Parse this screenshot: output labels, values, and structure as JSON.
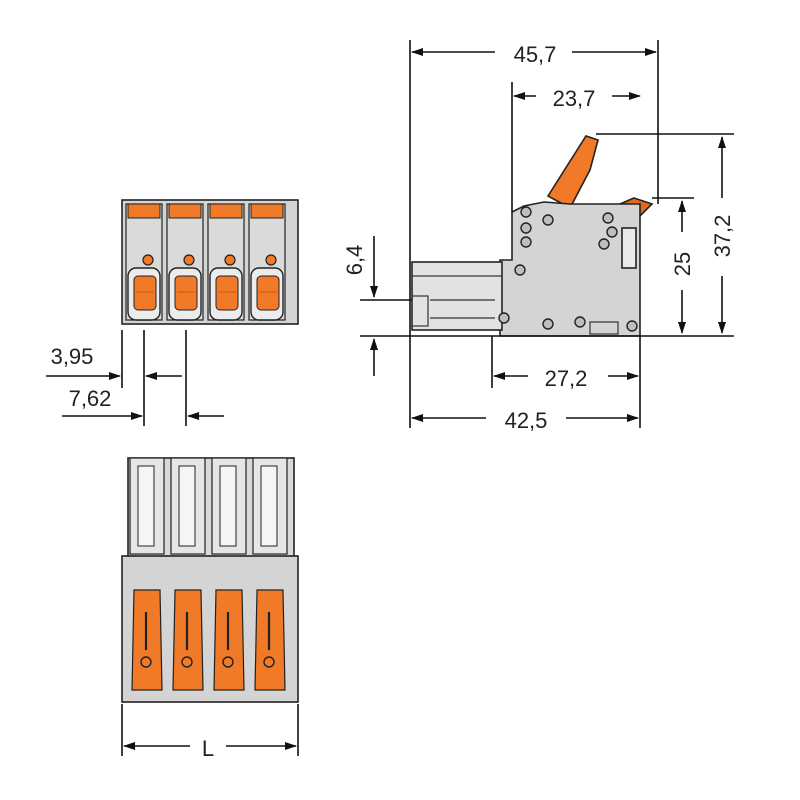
{
  "colors": {
    "housing": "#d4d4d4",
    "housing_dark": "#bdbdbd",
    "accent": "#f07a28",
    "accent_dark": "#c85a14",
    "line": "#222222"
  },
  "dimensions": {
    "pitch_offset": "3,95",
    "pitch": "7,62",
    "overall_length_side": "45,7",
    "lever_depth": "23,7",
    "overall_height": "37,2",
    "body_height": "25",
    "pin_height": "6,4",
    "base_width": "27,2",
    "length_bottom": "42,5",
    "length_variable": "L"
  },
  "views": {
    "front": {
      "poles": 4
    },
    "top": {
      "poles": 4
    }
  }
}
